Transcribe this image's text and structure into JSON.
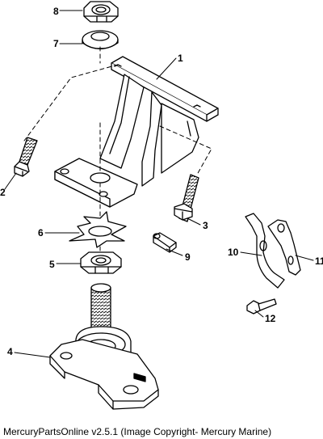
{
  "callouts": {
    "c1": "1",
    "c2": "2",
    "c3": "3",
    "c4": "4",
    "c5": "5",
    "c6": "6",
    "c7": "7",
    "c8": "8",
    "c9": "9",
    "c10": "10",
    "c11": "11",
    "c12": "12"
  },
  "caption": "MercuryPartsOnline v2.5.1 (Image Copyright- Mercury Marine)"
}
